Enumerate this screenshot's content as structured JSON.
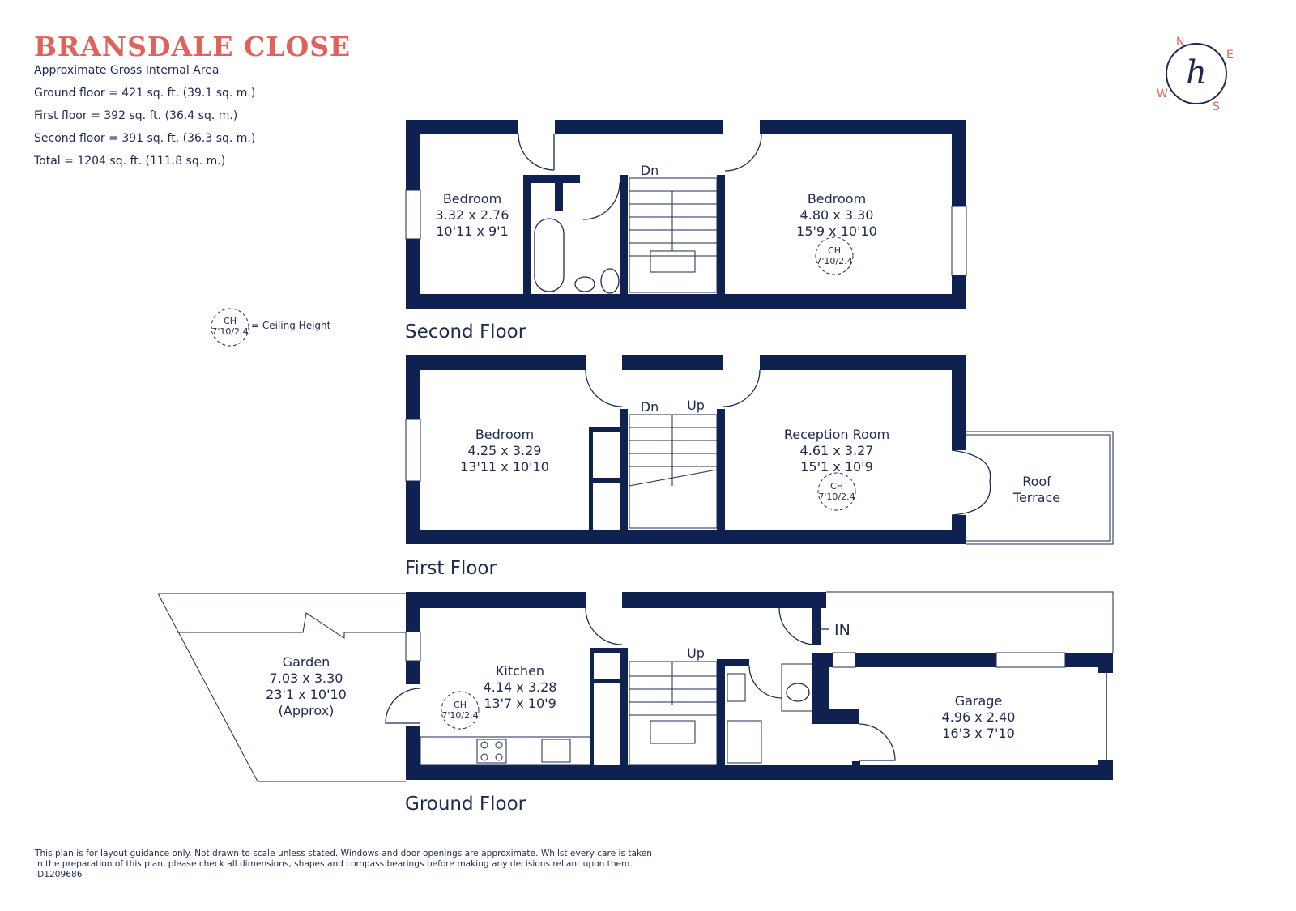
{
  "header": {
    "title": "BRANSDALE CLOSE",
    "subtitle": "Approximate Gross Internal Area",
    "areas": [
      "Ground floor = 421 sq. ft. (39.1 sq. m.)",
      "First floor  = 392 sq. ft. (36.4 sq. m.)",
      "Second floor = 391 sq. ft. (36.3 sq. m.)",
      "Total =  1204 sq. ft. (111.8 sq. m.)"
    ]
  },
  "compass": {
    "n": "N",
    "e": "E",
    "s": "S",
    "w": "W",
    "logo": "h"
  },
  "legend": {
    "ch": "CH",
    "value": "7'10/2.4",
    "label": "= Ceiling Height"
  },
  "floors": {
    "second": {
      "label": "Second Floor",
      "bedroom_left": [
        "Bedroom",
        "3.32 x 2.76",
        "10'11 x 9'1"
      ],
      "bedroom_right": [
        "Bedroom",
        "4.80 x 3.30",
        "15'9 x 10'10"
      ],
      "stairs": "Dn",
      "ch": [
        "CH",
        "7'10/2.4"
      ]
    },
    "first": {
      "label": "First Floor",
      "bedroom": [
        "Bedroom",
        "4.25 x 3.29",
        "13'11 x 10'10"
      ],
      "reception": [
        "Reception Room",
        "4.61 x 3.27",
        "15'1 x 10'9"
      ],
      "terrace": [
        "Roof",
        "Terrace"
      ],
      "stairs_down": "Dn",
      "stairs_up": "Up",
      "ch": [
        "CH",
        "7'10/2.4"
      ]
    },
    "ground": {
      "label": "Ground Floor",
      "garden": [
        "Garden",
        "7.03 x 3.30",
        "23'1 x 10'10",
        "(Approx)"
      ],
      "kitchen": [
        "Kitchen",
        "4.14 x 3.28",
        "13'7 x 10'9"
      ],
      "garage": [
        "Garage",
        "4.96 x 2.40",
        "16'3 x 7'10"
      ],
      "stairs_up": "Up",
      "entrance": "IN",
      "ch": [
        "CH",
        "7'10/2.4"
      ]
    }
  },
  "disclaimer": [
    "This plan is for layout guidance only. Not drawn to scale unless stated. Windows and door openings are approximate. Whilst every care is taken",
    "in the preparation of this plan, please check all dimensions, shapes and compass bearings before making any decisions reliant upon them.",
    "ID1209686"
  ],
  "colors": {
    "wall": "#0f2150",
    "accent": "#e0625a",
    "line": "#1d2a52"
  }
}
